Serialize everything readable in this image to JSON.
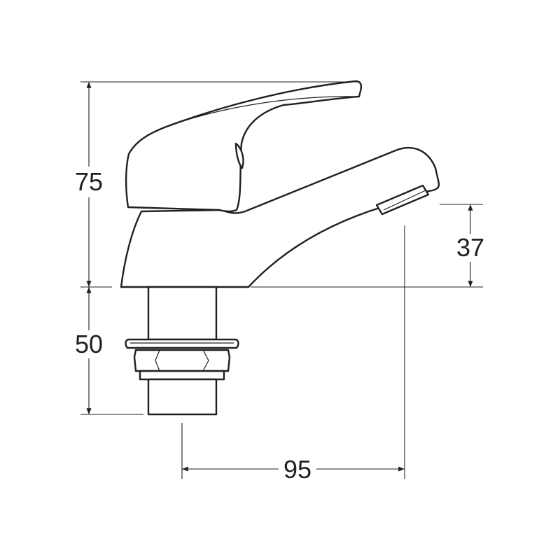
{
  "dimensions": {
    "height_above_deck": "75",
    "spout_height": "37",
    "shank_length": "50",
    "spout_reach": "95"
  },
  "colors": {
    "line": "#231f20",
    "background": "#ffffff"
  }
}
